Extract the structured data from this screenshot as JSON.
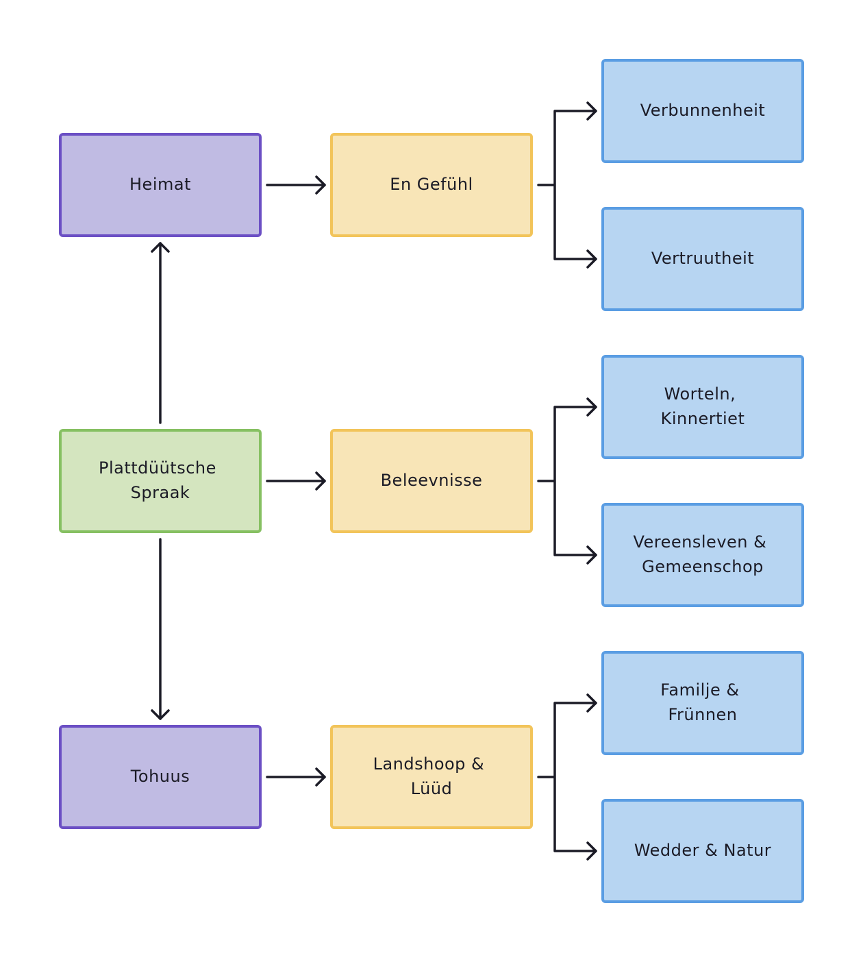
{
  "diagram": {
    "nodes": {
      "heimat": {
        "lines": [
          "Heimat"
        ]
      },
      "plattduutsche_spraak": {
        "lines": [
          "Plattdüütsche",
          "Spraak"
        ]
      },
      "tohuus": {
        "lines": [
          "Tohuus"
        ]
      },
      "en_gefohl": {
        "lines": [
          "En Gefühl"
        ]
      },
      "beleevnisse": {
        "lines": [
          "Beleevnisse"
        ]
      },
      "landshoop_luud": {
        "lines": [
          "Landshoop &",
          "Lüüd"
        ]
      },
      "verbunnenheit": {
        "lines": [
          "Verbunnenheit"
        ]
      },
      "vertruutheit": {
        "lines": [
          "Vertruutheit"
        ]
      },
      "worteln_kinnertiet": {
        "lines": [
          "Worteln,",
          "Kinnertiet"
        ]
      },
      "vereensleven_gemeenschop": {
        "lines": [
          "Vereensleven &",
          "Gemeenschop"
        ]
      },
      "familje_frunnen": {
        "lines": [
          "Familje &",
          "Frünnen"
        ]
      },
      "wedder_natur": {
        "lines": [
          "Wedder & Natur"
        ]
      }
    },
    "colors": {
      "purple_fill": "#c0bbe3",
      "purple_border": "#6b4fc4",
      "green_fill": "#d4e5bf",
      "green_border": "#86c062",
      "yellow_fill": "#f8e5b7",
      "yellow_border": "#f2c45a",
      "blue_fill": "#b7d5f2",
      "blue_border": "#5a9de3",
      "arrow": "#1b1b26"
    }
  }
}
